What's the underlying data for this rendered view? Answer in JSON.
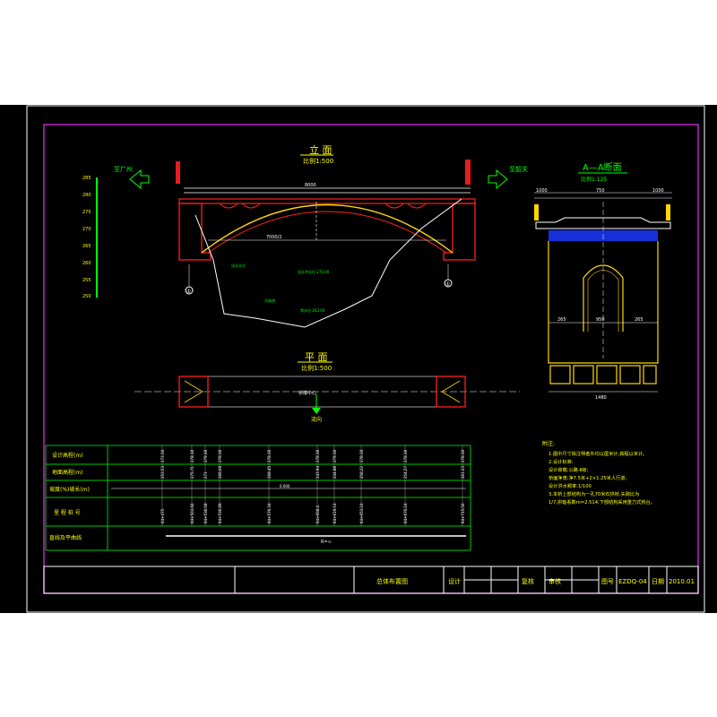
{
  "elevation": {
    "title": "立 面",
    "scale": "比例1:500",
    "left_arrow": "至广州",
    "right_arrow": "至韶关",
    "arch_label": "7000/2",
    "center_span": "8000",
    "axis_left": "①",
    "axis_right": "①"
  },
  "plan": {
    "title": "平 面",
    "scale": "比例1:500",
    "center_tag": "桥墩中心",
    "flow": "流向"
  },
  "section": {
    "title": "A—A断面",
    "scale": "比例1:125",
    "dims": [
      "1000",
      "750",
      "1000"
    ],
    "bottom": [
      "265",
      "950",
      "265"
    ],
    "total": "1480"
  },
  "profile_table": {
    "rows": [
      "设计高程(m)",
      "地面高程(m)",
      "坡度(%)坡长(m)",
      "里 程 桩 号",
      "直线及平曲线"
    ],
    "design_elev": [
      "273.38",
      "278.38",
      "279.38",
      "278.38",
      "278.38",
      "278.38",
      "279.38",
      "278.38",
      "278.38",
      "278.38"
    ],
    "ground_elev": [
      "253.53",
      "275.71",
      "271",
      "268.68",
      "268.45",
      "243.94",
      "244.88",
      "258.22",
      "254.27",
      "261.23"
    ],
    "chainage": [
      "K4+475",
      "K4+503.66",
      "K4+536.08",
      "K4+536.89",
      "K4+576.34",
      "K4+608.4",
      "K4+619.14",
      "K4+653.24",
      "K4+670.24",
      "K4+715.56"
    ],
    "slope_note": "0.000",
    "curve_note": "R=∞"
  },
  "notes": {
    "heading": "附注:",
    "lines": [
      "1.图中尺寸除注明者外均以厘米计,高程以米计。",
      "2.设计标准:",
      "  设计荷载:公路-Ⅱ级;",
      "  桥面净宽:净7.5米+2×1.25米人行道;",
      "  设计洪水频率:1/100",
      "3.本桥上部结构为一孔70米石拱桥,矢跨比为",
      "  1/7,拱轴系数m=2.514,下部结构采用重力式桥台。"
    ]
  },
  "title_block": {
    "drawing_name": "总体布置图",
    "design": "设计",
    "check": "复核",
    "review": "审核",
    "figure_no_label": "图号",
    "figure_no": "EZDQ-04",
    "date_label": "日期",
    "date": "2010.01"
  },
  "colors": {
    "paper": "#000000",
    "border": "#c024c8",
    "table": "#00c800",
    "structure": "#ff2020",
    "dim": "#ffffff",
    "text": "#ffff00",
    "arch": "#ffd700"
  }
}
